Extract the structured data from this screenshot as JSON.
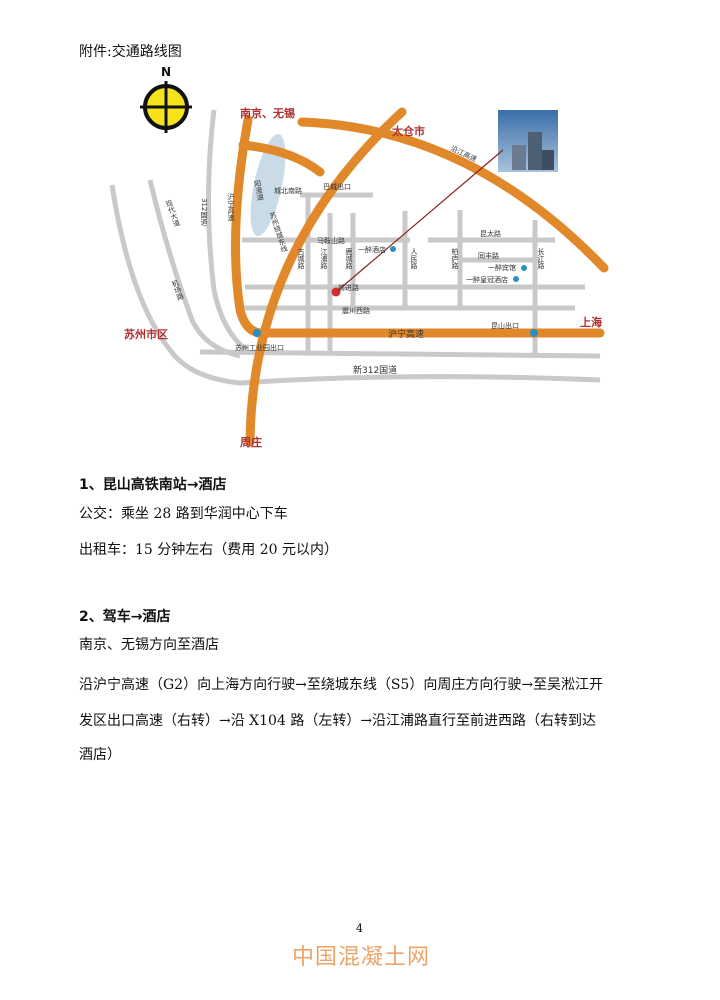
{
  "attachment_title": "附件:交通路线图",
  "map": {
    "compass_label": "N",
    "cities": {
      "nanjing_wuxi": "南京、无锡",
      "taicang": "太仓市",
      "shanghai": "上海",
      "suzhou": "苏州市区",
      "zhouzhuang": "周庄"
    },
    "roads": {
      "yanjiang": "沿江高速",
      "bacheng_exit": "巴城出口",
      "chengbei": "城北南路",
      "maanshan": "马鞍山路",
      "kuntai": "昆太路",
      "tongfeng": "同丰路",
      "qianjin": "前进路",
      "zhenchuan": "震川西路",
      "huning": "沪宁高速",
      "kunshan_exit": "昆山出口",
      "sip_exit": "苏州工业园出口",
      "new312": "新312国道",
      "gucheng": "古城路",
      "jiangpu": "江浦路",
      "lucheng": "鹿城路",
      "renmin": "人民路",
      "bailu": "柏庐路",
      "changjiang": "长江路",
      "yangcheng_lake": "阳澄湖",
      "huning_v": "沪宁高速",
      "ring_east": "苏州绕城东线",
      "g312": "312国道",
      "xiandai": "现代大道",
      "jichang": "机场路"
    },
    "hotels": {
      "yizui_hotel": "一醉酒店",
      "yizui_guesthouse": "一醉宾馆",
      "yizui_crown": "一醉皇冠酒店"
    },
    "colors": {
      "highway": "#e0882a",
      "road": "#c9c9c9",
      "city": "#b03030",
      "marker": "#2a8fc0",
      "lake": "#c9dbe6"
    }
  },
  "section1": {
    "heading": "1、昆山高铁南站→酒店",
    "bus": "公交：乘坐 28 路到华润中心下车",
    "taxi": "出租车：15 分钟左右（费用 20 元以内）"
  },
  "section2": {
    "heading": "2、驾车→酒店",
    "subtitle": "南京、无锡方向至酒店",
    "lines": [
      "沿沪宁高速（G2）向上海方向行驶→至绕城东线（S5）向周庄方向行驶→至吴淞江开",
      "发区出口高速（右转）→沿 X104 路（左转）→沿江浦路直行至前进西路（右转到达",
      "酒店）"
    ]
  },
  "footer": {
    "page_number": "4",
    "watermark": "中国混凝土网"
  }
}
